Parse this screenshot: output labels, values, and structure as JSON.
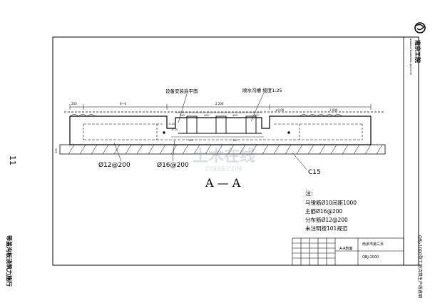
{
  "drawing": {
    "page_number": "11",
    "left_vertical_note": "带盖沟板浇筑力施行",
    "right_vertical_title": "QBJ-1000型工地浇筑生产线说明",
    "logo_text": "南京工院",
    "logo_subtext": "NANJING ENGINEERING INSTITUTE",
    "section_title": "A — A",
    "equipment_plan_label": "设备安装底平面",
    "drain_label": "顺水沟槽 坡度1:25",
    "concrete_label": "C15",
    "rebar_label_1": "Ø12@200",
    "rebar_label_2": "Ø16@200",
    "watermark": "土木在线",
    "watermark_sub": "COI88.COM",
    "dims": {
      "d_200": "200",
      "d_6_6": "6—6",
      "d_2200": "2 200",
      "d_300": "300",
      "d_400": "400",
      "d_1600": "1 600",
      "d_elev_top": "±0.00",
      "d_elev_1": "-0.15",
      "d_elev_2": "-0.25",
      "d_150": "150",
      "d_100": "100"
    },
    "notes": {
      "title": "注:",
      "line1": "马镫筋Ø10间距1000",
      "line2": "主筋Ø16@200",
      "line3": "分布筋Ø12@200",
      "line4": "未注明按101规范"
    },
    "title_block": {
      "company": "南京市第三页",
      "drawing_name": "A-A剖面",
      "drawing_no": "QBJ-1000"
    }
  }
}
